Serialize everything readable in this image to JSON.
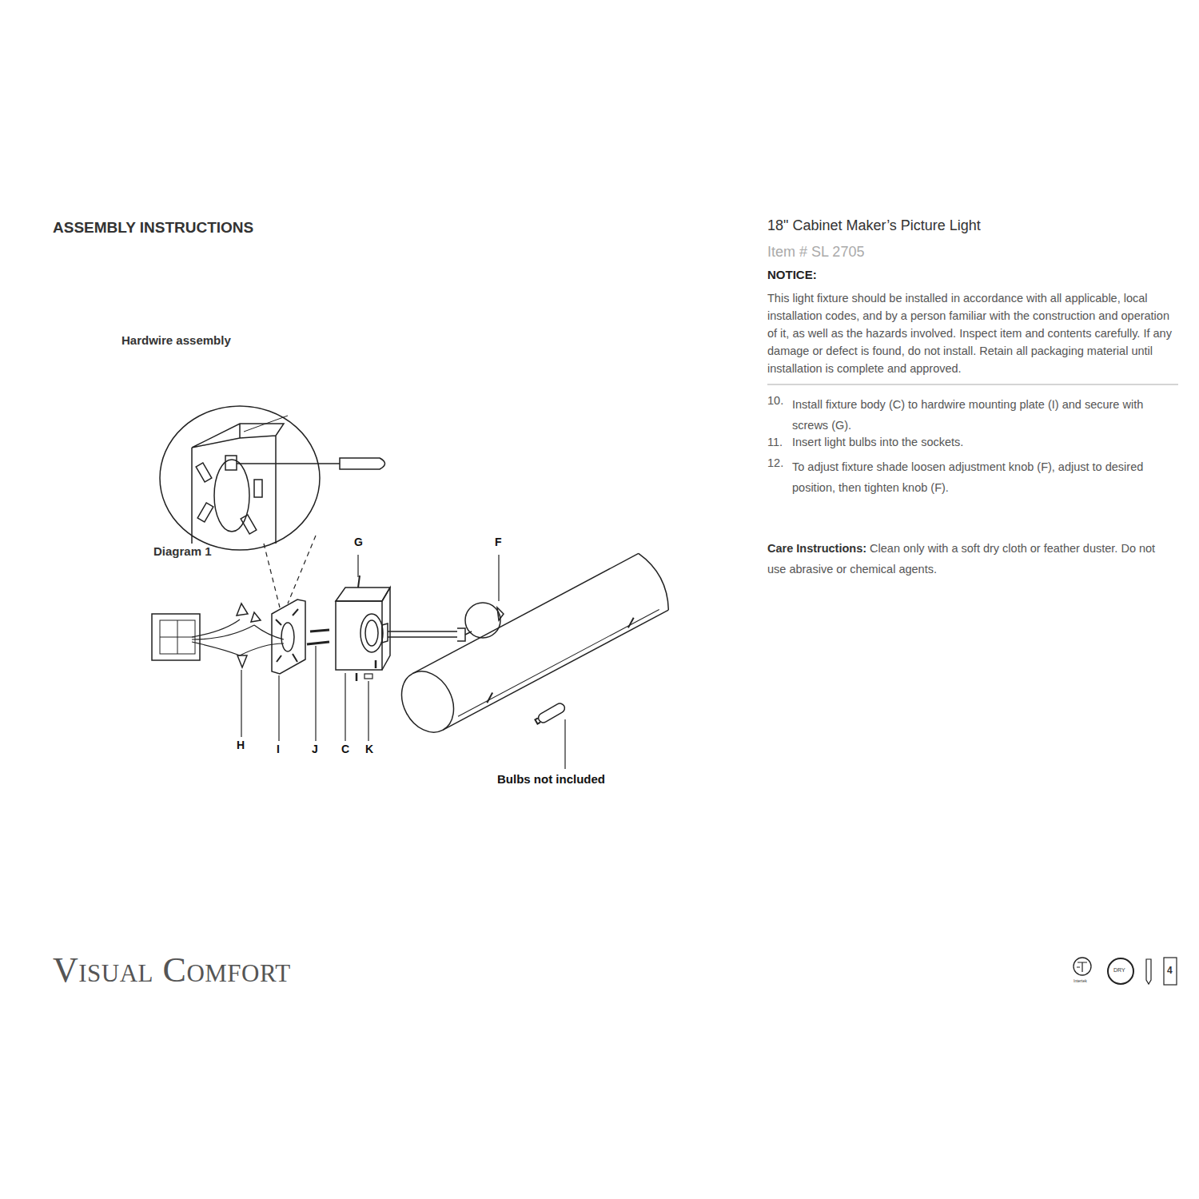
{
  "diagram": {
    "title": "ASSEMBLY INSTRUCTIONS",
    "labels": [
      "Hardwire assembly",
      "Diagram 1",
      "G",
      "F",
      "H",
      "I",
      "J",
      "C",
      "K",
      "Bulbs not included",
      "18\" Cabinet Maker’s Picture Light",
      "Item # SL 2705",
      "NOTICE:",
      "This light fixture should be installed in accordance with all applicable, local installation codes, and by a person familiar with the construction and operation of it, as well as the hazards involved. Inspect item and contents carefully. If any damage or defect is found, do not install. Retain all packaging material until installation is complete and approved.",
      "10.",
      "Install fixture body (C) to hardwire mounting plate (I) and secure with screws (G).",
      "11.",
      "Insert light bulbs into the sockets.",
      "12.",
      "To adjust fixture shade loosen adjustment knob (F), adjust to desired position, then tighten knob (F).",
      "Care Instructions:",
      "Clean only with a soft dry cloth or feather duster. Do not use abrasive or chemical agents.",
      "Visual Comfort",
      "Intertek",
      "DRY",
      "4"
    ]
  }
}
